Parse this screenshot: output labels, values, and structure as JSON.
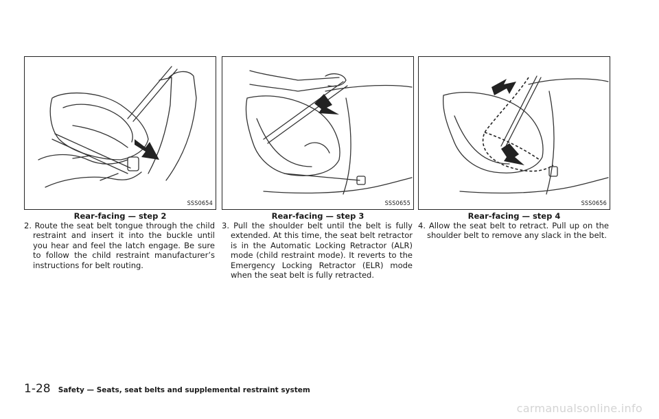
{
  "figures": [
    {
      "code": "SSS0654",
      "caption": "Rear-facing — step 2",
      "icon": "child-seat-belt-tongue-illustration"
    },
    {
      "code": "SSS0655",
      "caption": "Rear-facing — step 3",
      "icon": "child-seat-shoulder-belt-illustration"
    },
    {
      "code": "SSS0656",
      "caption": "Rear-facing — step 4",
      "icon": "child-seat-retract-belt-illustration"
    }
  ],
  "steps": [
    "2. Route the seat belt tongue through the child restraint and insert it into the buckle until you hear and feel the latch engage. Be sure to follow the child restraint manufacturer’s instructions for belt routing.",
    "3. Pull the shoulder belt until the belt is fully extended. At this time, the seat belt retractor is in the Automatic Locking Retractor (ALR) mode (child restraint mode). It reverts to the Emergency Locking Retractor (ELR) mode when the seat belt is fully retracted.",
    "4. Allow the seat belt to retract. Pull up on the shoulder belt to remove any slack in the belt."
  ],
  "footer": {
    "page_number": "1-28",
    "section": "Safety — Seats, seat belts and supplemental restraint system"
  },
  "watermark": "carmanualsonline.info"
}
